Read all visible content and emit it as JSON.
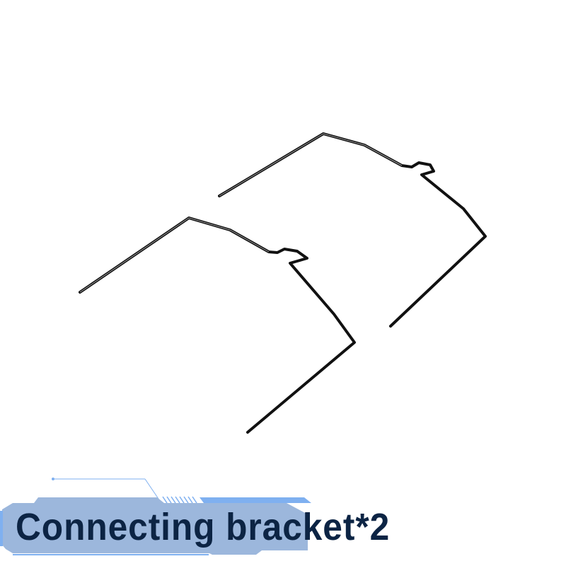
{
  "caption": "Connecting bracket*2",
  "colors": {
    "banner": "#9cb7dc",
    "banner_accent": "#7fb0f0",
    "text": "#0c2444",
    "wire": "#111111"
  },
  "product": {
    "name_icon": "wire-bracket",
    "count": 2
  }
}
